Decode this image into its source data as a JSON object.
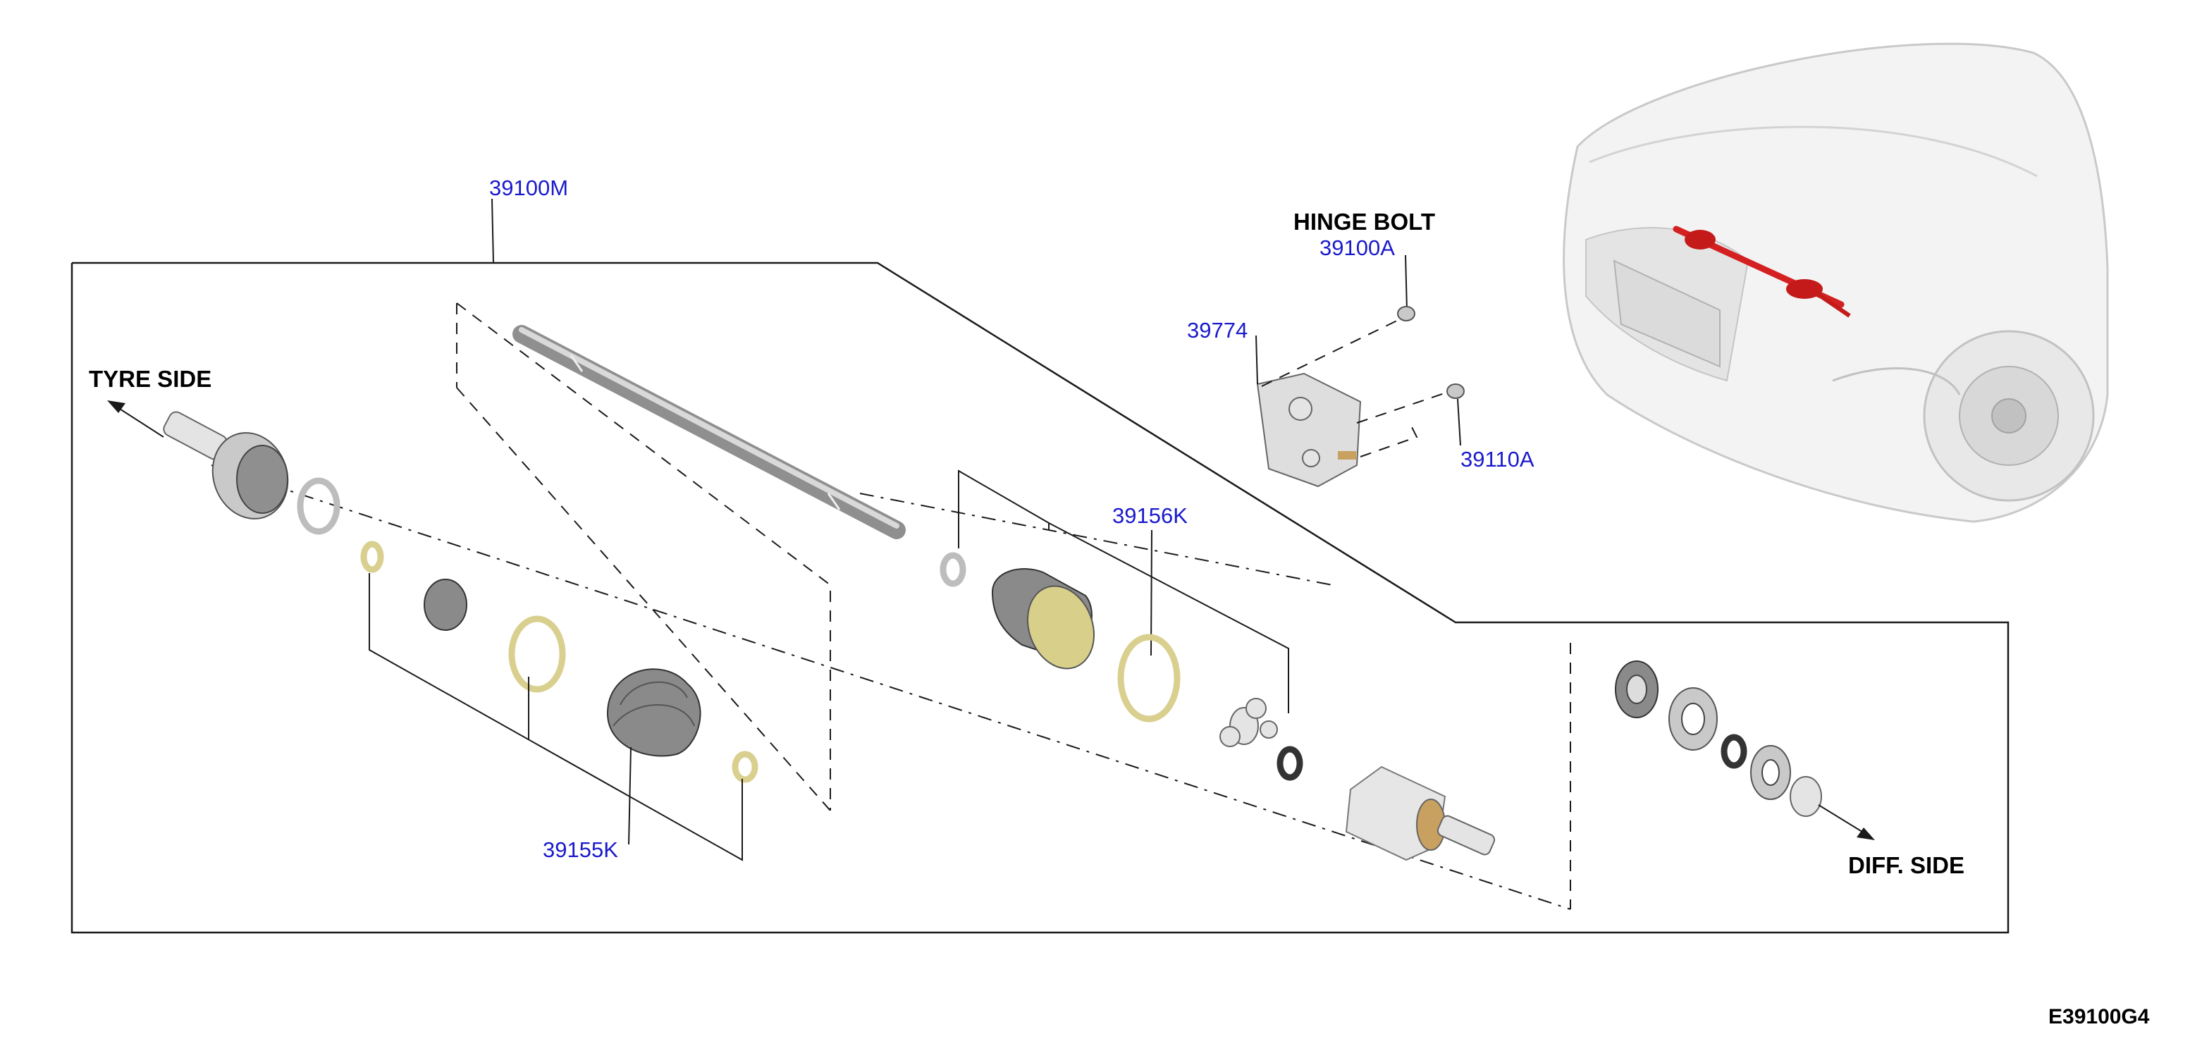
{
  "diagram": {
    "code": "E39100G4",
    "direction_labels": {
      "tyre_side": "TYRE SIDE",
      "diff_side": "DIFF. SIDE",
      "hinge_bolt": "HINGE BOLT"
    },
    "part_numbers": {
      "assembly": "39100M",
      "hinge_bolt": "39100A",
      "bracket": "39774",
      "bolt": "39110A",
      "inner_boot": "39156K",
      "outer_boot": "39155K"
    },
    "colors": {
      "part_number_text": "#1a1acc",
      "label_text": "#000000",
      "highlight_red": "#d42020",
      "boot_cap_yellow": "#d8cf8a"
    }
  }
}
